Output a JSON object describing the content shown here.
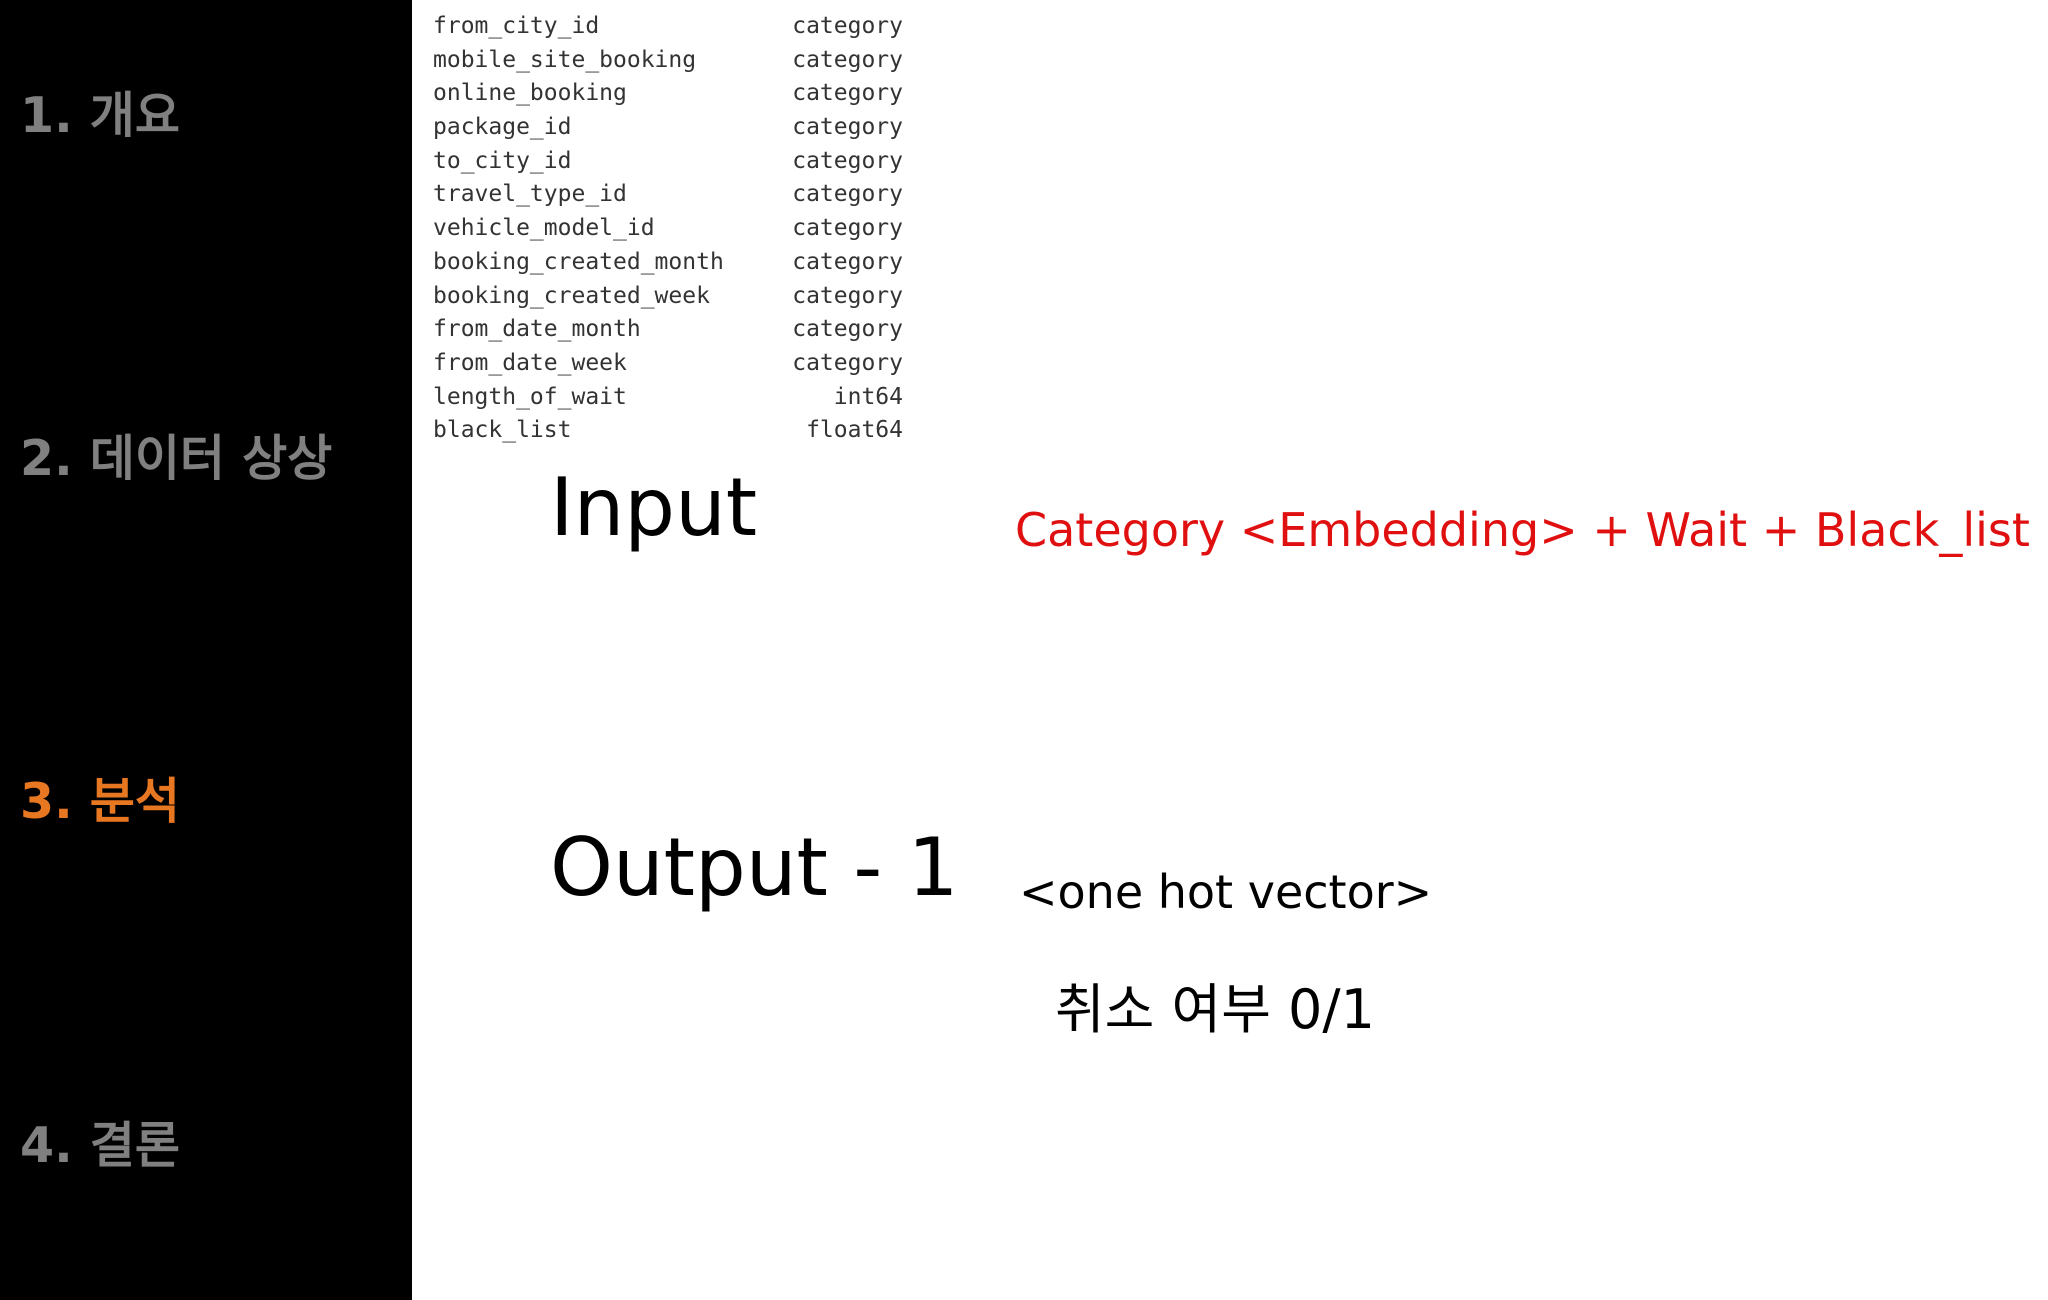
{
  "sidebar": {
    "items": [
      {
        "label": "1. 개요",
        "active": false
      },
      {
        "label": "2. 데이터 상상",
        "active": false
      },
      {
        "label": "3. 분석",
        "active": true
      },
      {
        "label": "4. 결론",
        "active": false
      }
    ],
    "inactive_color": "#808080",
    "active_color": "#e87722"
  },
  "dtypes": {
    "rows": [
      {
        "name": "from_city_id",
        "type": "category"
      },
      {
        "name": "mobile_site_booking",
        "type": "category"
      },
      {
        "name": "online_booking",
        "type": "category"
      },
      {
        "name": "package_id",
        "type": "category"
      },
      {
        "name": "to_city_id",
        "type": "category"
      },
      {
        "name": "travel_type_id",
        "type": "category"
      },
      {
        "name": "vehicle_model_id",
        "type": "category"
      },
      {
        "name": "booking_created_month",
        "type": "category"
      },
      {
        "name": "booking_created_week",
        "type": "category"
      },
      {
        "name": "from_date_month",
        "type": "category"
      },
      {
        "name": "from_date_week",
        "type": "category"
      },
      {
        "name": "length_of_wait",
        "type": "int64"
      },
      {
        "name": "black_list",
        "type": "float64"
      }
    ]
  },
  "content": {
    "input_label": "Input",
    "input_formula": "Category <Embedding> + Wait + Black_list",
    "output_label": "Output - 1",
    "output_type": "<one hot vector>",
    "output_desc": "취소 여부 0/1",
    "accent_color": "#e01010"
  }
}
